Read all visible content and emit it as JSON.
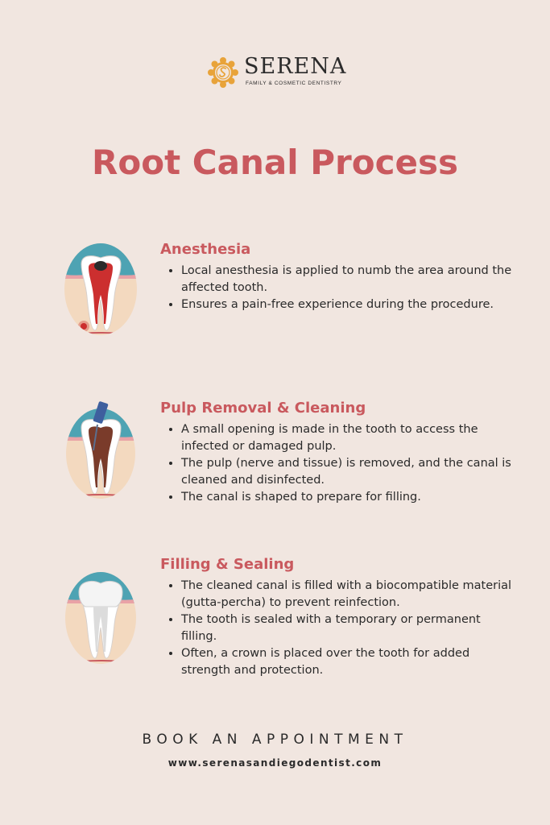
{
  "logo": {
    "name": "SERENA",
    "tagline": "FAMILY & COSMETIC DENTISTRY",
    "brand_color": "#e8a33a"
  },
  "title": "Root Canal Process",
  "steps": [
    {
      "title": "Anesthesia",
      "icon": "tooth-decay-icon",
      "bullets": [
        "Local anesthesia is applied to numb the area around the affected tooth.",
        "Ensures a pain-free experience during the procedure."
      ]
    },
    {
      "title": "Pulp Removal & Cleaning",
      "icon": "tooth-drill-icon",
      "bullets": [
        "A small opening is made in the tooth to access the infected or damaged pulp.",
        "The pulp (nerve and tissue) is removed, and the canal is cleaned and disinfected.",
        "The canal is shaped to prepare for filling."
      ]
    },
    {
      "title": "Filling & Sealing",
      "icon": "tooth-filled-icon",
      "bullets": [
        "The cleaned canal is filled with a biocompatible material (gutta-percha) to prevent reinfection.",
        "The tooth is sealed with a temporary or permanent filling.",
        "Often, a crown is placed over the tooth for added strength and protection."
      ]
    }
  ],
  "cta": {
    "label": "BOOK AN APPOINTMENT",
    "url": "www.serenasandiegodentist.com"
  },
  "colors": {
    "background": "#f1e6e0",
    "accent": "#c9595e",
    "gum_blue": "#4ea3b3"
  }
}
